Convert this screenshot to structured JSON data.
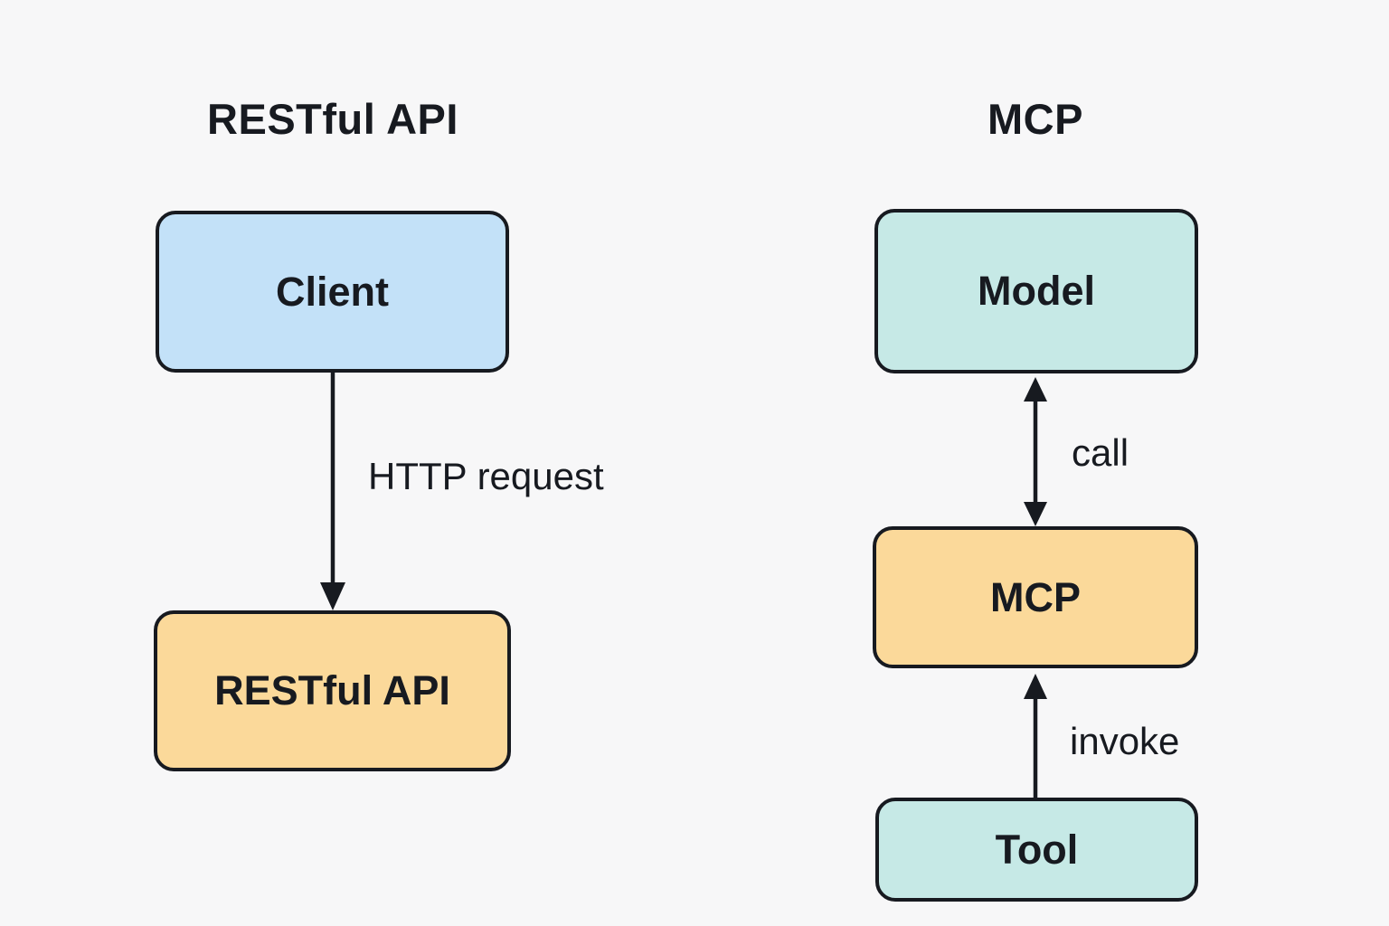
{
  "colors": {
    "background": "#f7f7f8",
    "ink": "#171a20",
    "node_blue": "#c3e1f8",
    "node_orange": "#fbd99a",
    "node_teal": "#c6e9e6"
  },
  "diagram": {
    "left": {
      "title": "RESTful API",
      "nodes": [
        {
          "label": "Client",
          "fill": "#c3e1f8"
        },
        {
          "label": "RESTful API",
          "fill": "#fbd99a"
        }
      ],
      "edges": [
        {
          "from": "Client",
          "to": "RESTful API",
          "label": "HTTP request",
          "direction": "down"
        }
      ]
    },
    "right": {
      "title": "MCP",
      "nodes": [
        {
          "label": "Model",
          "fill": "#c6e9e6"
        },
        {
          "label": "MCP",
          "fill": "#fbd99a"
        },
        {
          "label": "Tool",
          "fill": "#c6e9e6"
        }
      ],
      "edges": [
        {
          "from": "Model",
          "to": "MCP",
          "label": "call",
          "direction": "both"
        },
        {
          "from": "Tool",
          "to": "MCP",
          "label": "invoke",
          "direction": "up"
        }
      ]
    }
  }
}
